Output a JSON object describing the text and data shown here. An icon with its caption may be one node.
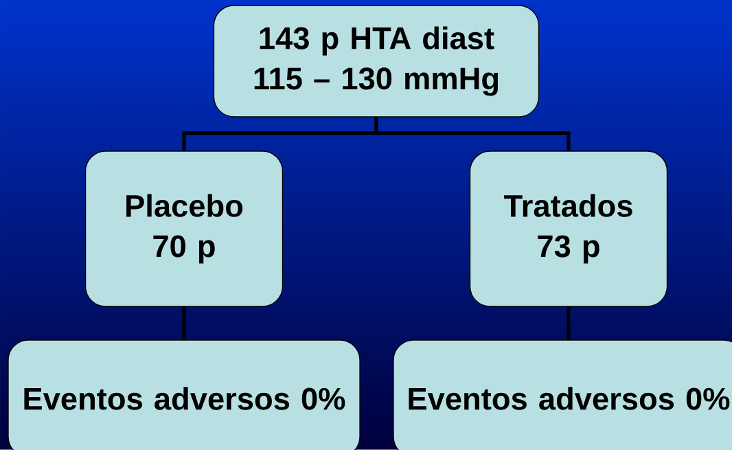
{
  "diagram": {
    "nodes": [
      {
        "text": [
          "143 p HTA diast 115 – 130 mmHg"
        ]
      },
      {
        "text": [
          "Placebo 70 p"
        ]
      },
      {
        "text": [
          "Tratados 73 p"
        ]
      },
      {
        "text": [
          "Eventos adversos 0%"
        ]
      },
      {
        "text": [
          "Eventos adversos 0%"
        ]
      }
    ],
    "edges": [
      {
        "from": 0,
        "to": 1,
        "arrow": "none"
      },
      {
        "from": 0,
        "to": 2,
        "arrow": "none"
      },
      {
        "from": 1,
        "to": 3,
        "arrow": "none"
      },
      {
        "from": 2,
        "to": 4,
        "arrow": "none"
      }
    ]
  }
}
